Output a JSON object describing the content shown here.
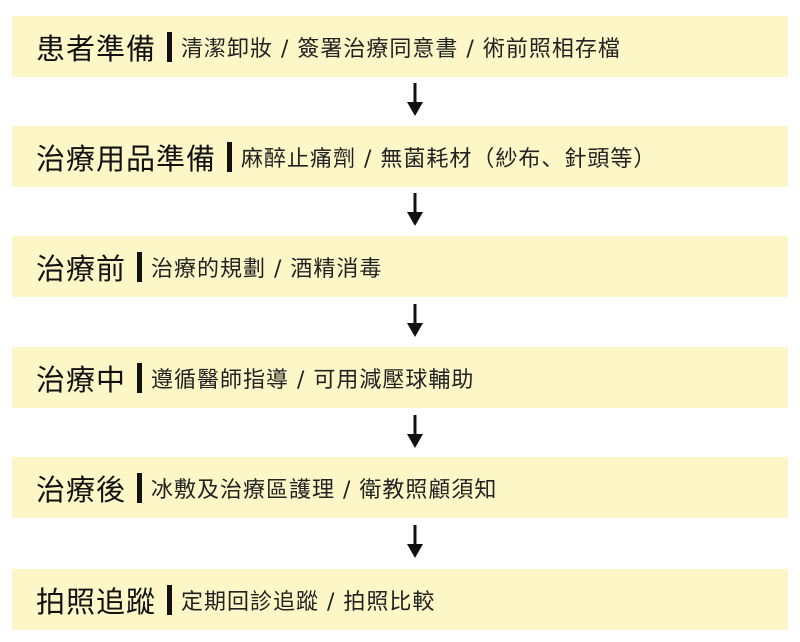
{
  "steps": [
    {
      "title": "患者準備",
      "detail": "清潔卸妝 / 簽署治療同意書 / 術前照相存檔"
    },
    {
      "title": "治療用品準備",
      "detail": "麻醉止痛劑 / 無菌耗材（紗布、針頭等）"
    },
    {
      "title": "治療前",
      "detail": "治療的規劃 / 酒精消毒"
    },
    {
      "title": "治療中",
      "detail": "遵循醫師指導 / 可用減壓球輔助"
    },
    {
      "title": "治療後",
      "detail": "冰敷及治療區護理 / 衛教照顧須知"
    },
    {
      "title": "拍照追蹤",
      "detail": "定期回診追蹤 / 拍照比較"
    }
  ],
  "colors": {
    "box_fill": "#fdf7c8",
    "text": "#111111",
    "arrow": "#111111"
  }
}
